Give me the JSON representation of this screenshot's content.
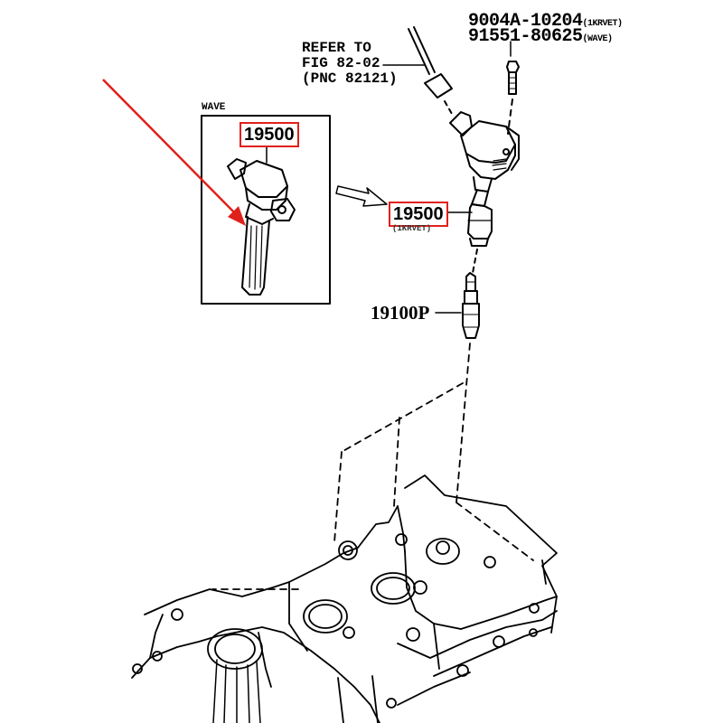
{
  "diagram": {
    "title": "Ignition coil & spark plug parts diagram",
    "colors": {
      "line": "#000000",
      "highlight_box": "#e0201a",
      "arrow": "#e0201a",
      "background": "#ffffff"
    },
    "labels": {
      "bolt_1": {
        "part_number": "9004A-10204",
        "variant": "(1KRVET)"
      },
      "bolt_2": {
        "part_number": "91551-80625",
        "variant": "(WAVE)"
      },
      "reference": {
        "line1": "REFER TO",
        "line2": "FIG 82-02",
        "line3": "(PNC 82121)"
      },
      "inset_title": "WAVE",
      "inset_coil": {
        "part_number": "19500"
      },
      "main_coil": {
        "part_number": "19500",
        "variant": "(1KRVET)"
      },
      "spark_plug": {
        "part_number": "19100P"
      }
    },
    "annotations": [
      {
        "type": "red-arrow",
        "points_to": "inset_coil"
      },
      {
        "type": "outline-arrow",
        "points_to": "main_coil"
      }
    ]
  }
}
